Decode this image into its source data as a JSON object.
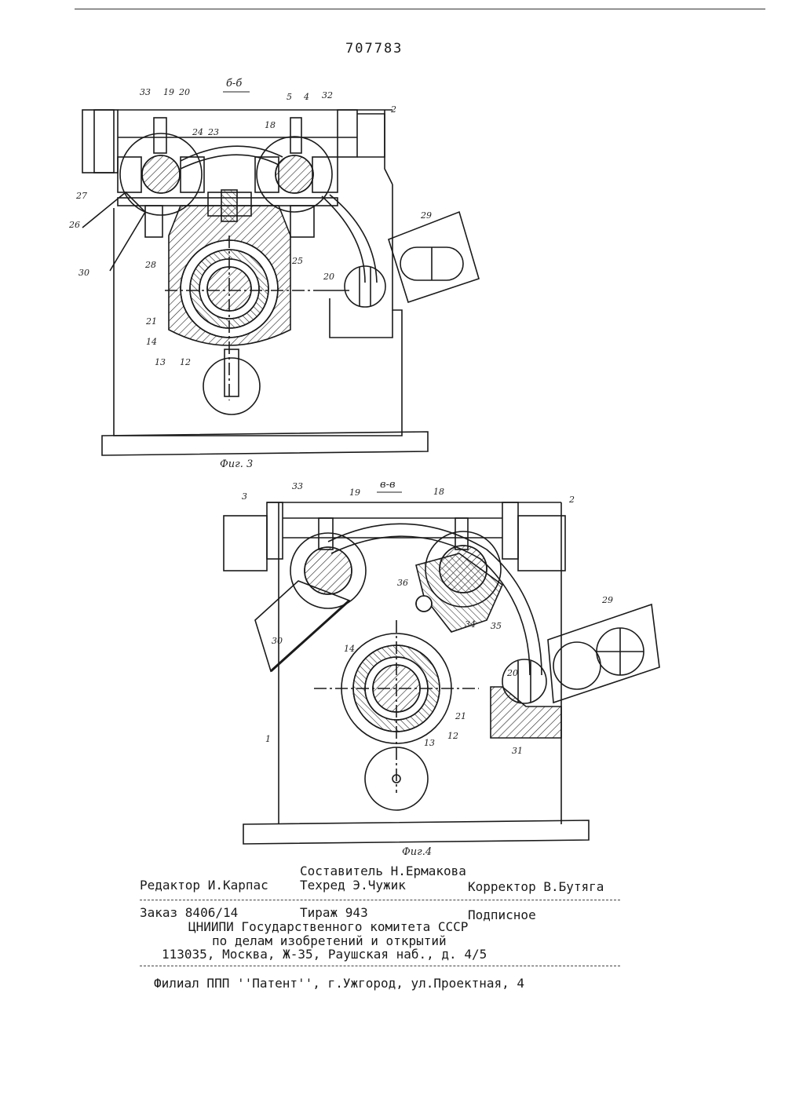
{
  "header": {
    "patent_number": "707783"
  },
  "fig3": {
    "section": "б-б",
    "caption": "Фиг. 3",
    "labels": [
      "33",
      "19",
      "20",
      "5",
      "4",
      "32",
      "2",
      "24",
      "23",
      "18",
      "27",
      "26",
      "30",
      "28",
      "25",
      "29",
      "20",
      "21",
      "14",
      "13",
      "12"
    ]
  },
  "fig4": {
    "section": "в-в",
    "caption": "Фиг.4",
    "labels": [
      "3",
      "33",
      "19",
      "18",
      "2",
      "36",
      "34",
      "35",
      "29",
      "30",
      "14",
      "20",
      "21",
      "12",
      "13",
      "1",
      "31"
    ]
  },
  "imprint": {
    "editor": "Редактор И.Карпас",
    "compiler": "Составитель Н.Ермакова",
    "techred": "Техред Э.Чужик",
    "corrector": "Корректор В.Бутяга",
    "order": "Заказ 8406/14",
    "circulation": "Тираж 943",
    "subscription": "Подписное",
    "org_line1": "ЦНИИПИ Государственного комитета СССР",
    "org_line2": "по делам изобретений и открытий",
    "address": "113035, Москва, Ж-35, Раушская наб., д. 4/5",
    "branch": "Филиал ППП ''Патент'', г.Ужгород, ул.Проектная, 4"
  }
}
